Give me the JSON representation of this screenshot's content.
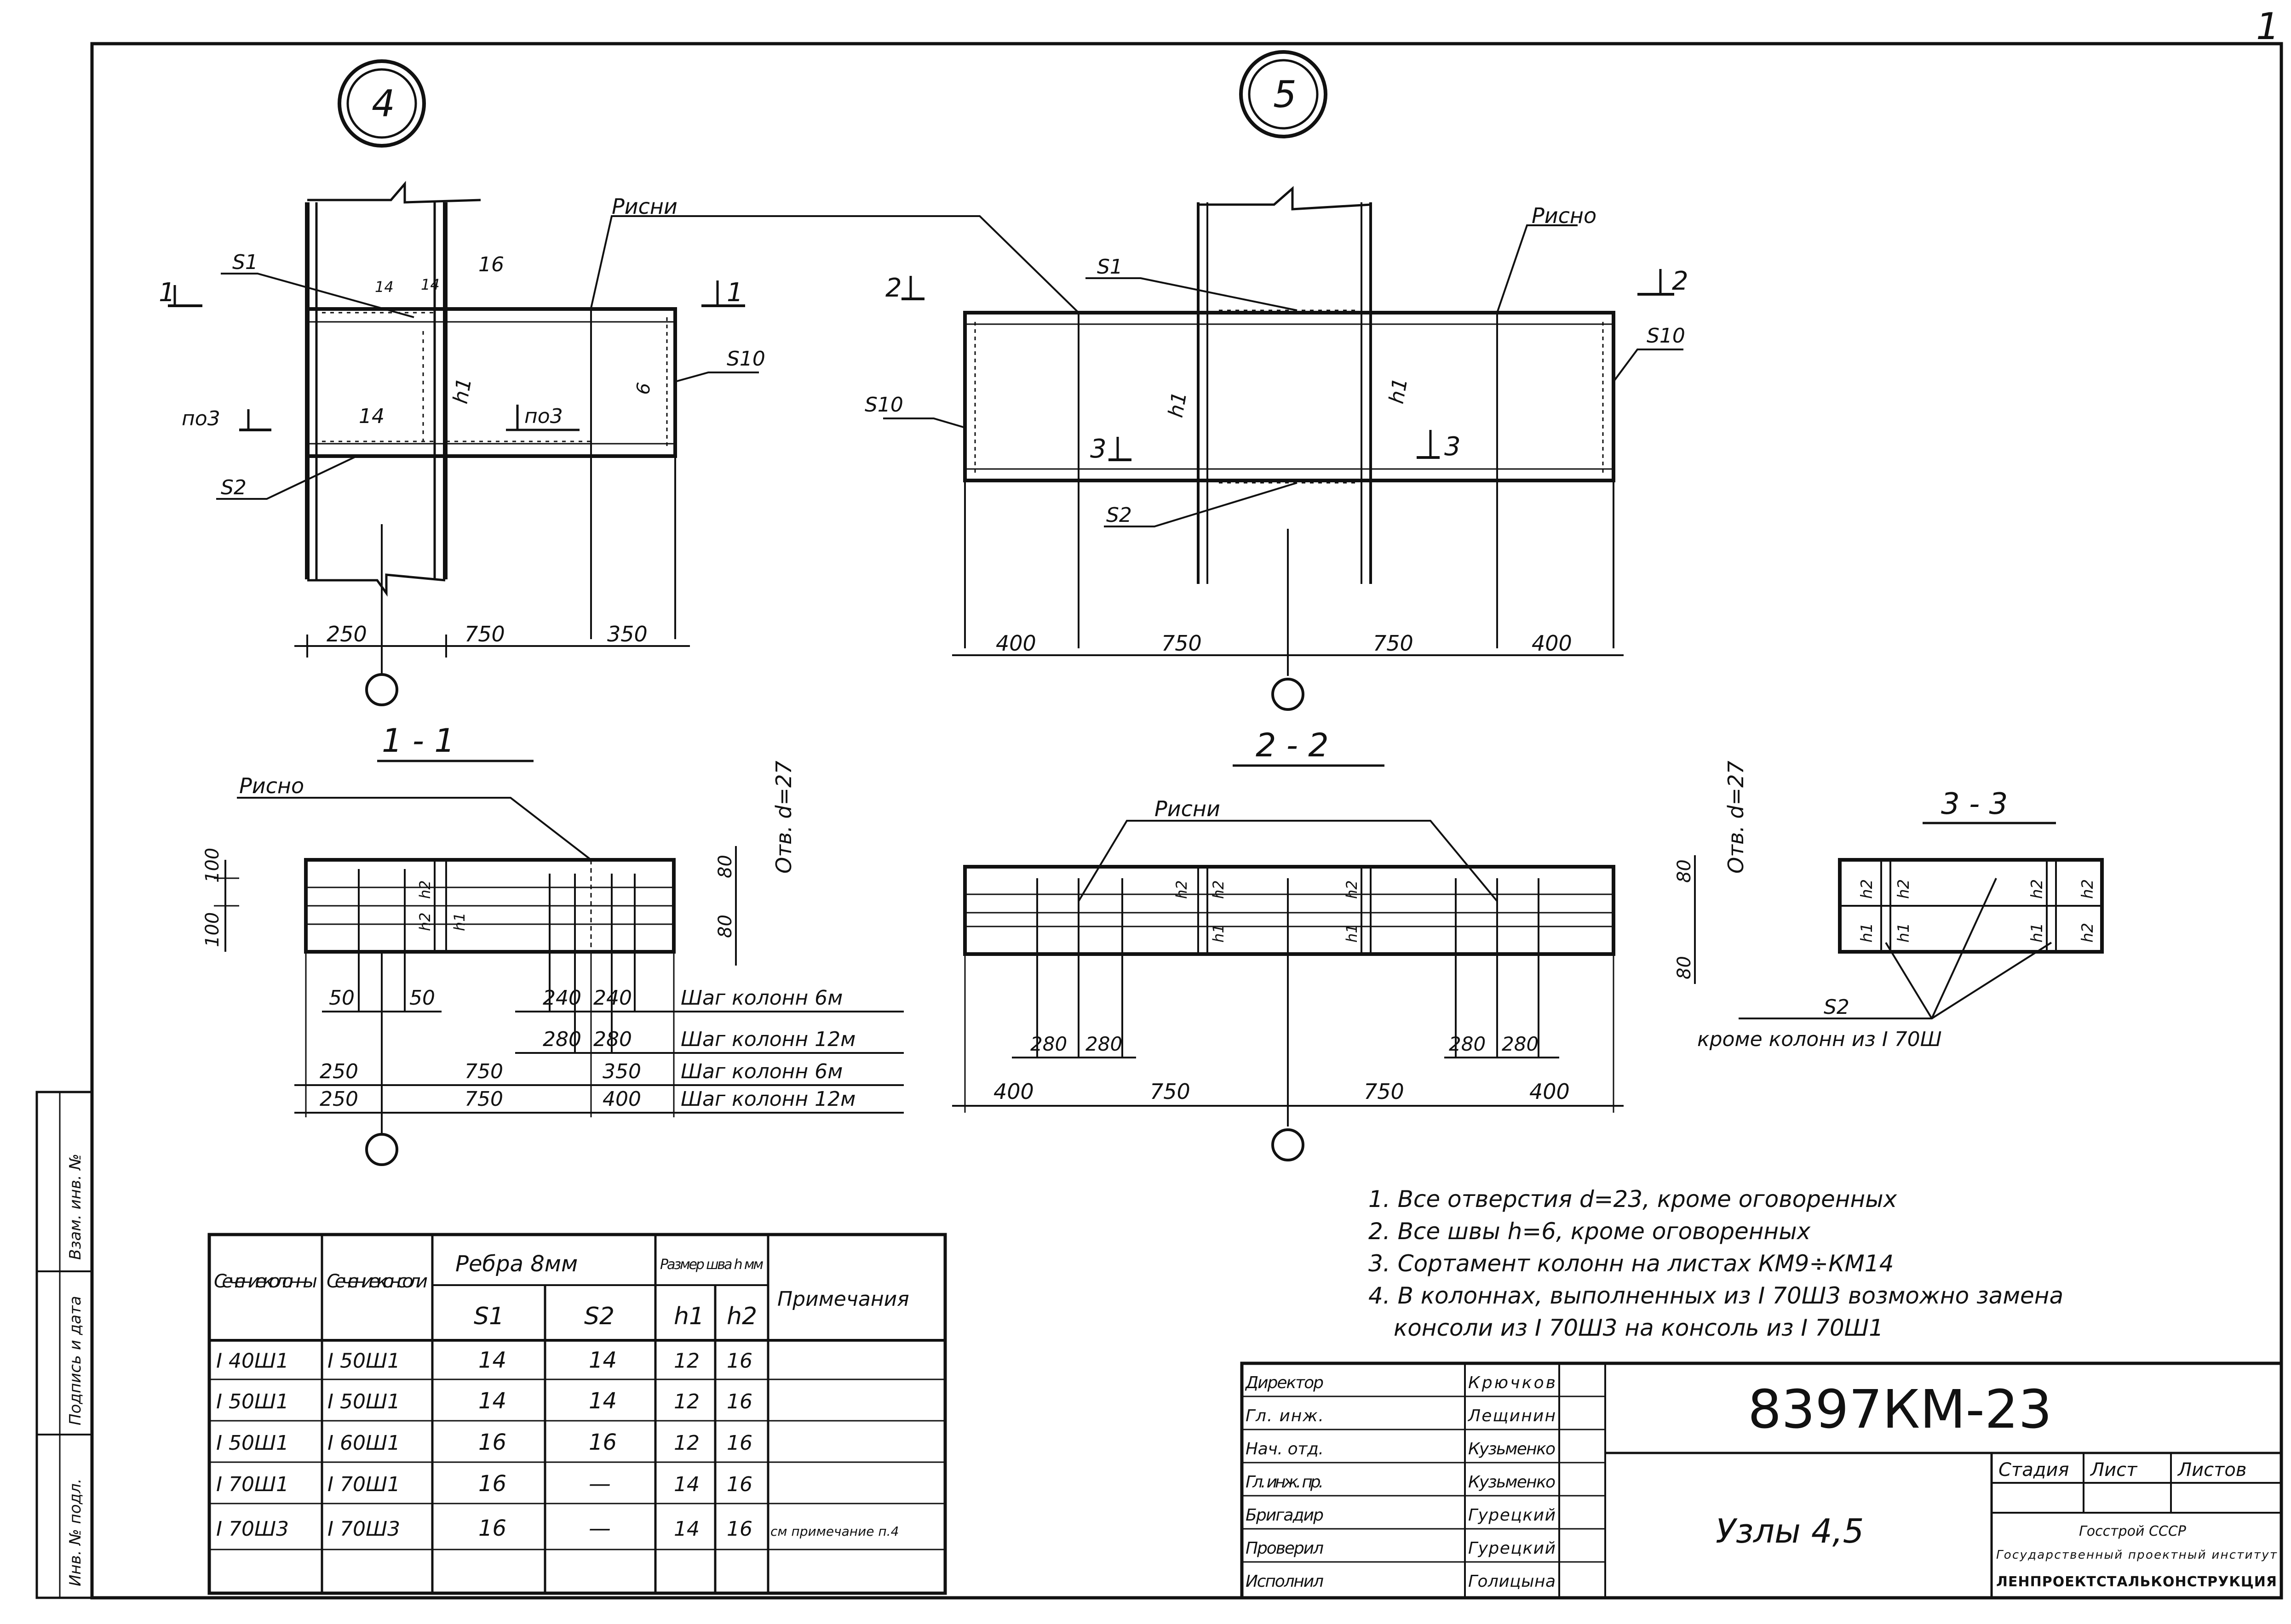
{
  "sheet_number": "1",
  "nodes": {
    "left": "4",
    "right": "5"
  },
  "callouts": {
    "ribs_left": "Рисни",
    "ribs_right": "Рисно",
    "ribs_1_1": "Рисно",
    "ribs_2_2": "Рисни"
  },
  "weld_labels": {
    "s1": "S1",
    "s2": "S2",
    "s10": "S10",
    "t14a": "14",
    "t14b": "14",
    "t16": "16",
    "t14c": "14",
    "t6": "6",
    "h1": "h1",
    "h2": "h2"
  },
  "section_marks": {
    "m1_left": "1",
    "m1_right": "1",
    "m2_left": "2",
    "m2_right": "2",
    "m3_left": "3",
    "m3_right": "3",
    "po3_left": "по3",
    "po3_right": "по3"
  },
  "dims_node4": [
    "250",
    "750",
    "350"
  ],
  "dims_node5": [
    "400",
    "750",
    "750",
    "400"
  ],
  "section_titles": {
    "s11": "1 - 1",
    "s22": "2 - 2",
    "s33": "3 - 3"
  },
  "section_1_1": {
    "vdims": [
      "100",
      "100"
    ],
    "hole_dims": [
      "80",
      "80"
    ],
    "hole_note": "Отв. d=27",
    "row_a": [
      "50",
      "50",
      "240",
      "240"
    ],
    "row_b": [
      "280",
      "280"
    ],
    "row_c": [
      "250",
      "750",
      "350"
    ],
    "row_d": [
      "250",
      "750",
      "400"
    ],
    "step_notes": [
      "Шаг колонн 6м",
      "Шаг колонн 12м",
      "Шаг колонн 6м",
      "Шаг колонн 12м"
    ]
  },
  "section_2_2": {
    "hole_dims": [
      "80",
      "80"
    ],
    "hole_note": "Отв. d=27",
    "hole_spacing": [
      "280",
      "280",
      "280",
      "280"
    ],
    "dims": [
      "400",
      "750",
      "750",
      "400"
    ]
  },
  "section_3_3": {
    "weld": "S2",
    "note": "кроме колонн из I 70Ш"
  },
  "notes": [
    "1. Все отверстия d=23, кроме оговоренных",
    "2. Все швы h=6, кроме оговоренных",
    "3. Сортамент колонн на листах КМ9÷КМ14",
    "4. В колоннах, выполненных из I 70Ш3 возможно замена",
    "консоли из I 70Ш3 на консоль из I 70Ш1"
  ],
  "table": {
    "headers": {
      "col_section": "Сечение колонны",
      "console": "Сечение консоли",
      "ribs": "Ребра 8мм",
      "s1": "S1",
      "s2": "S2",
      "weld": "Размер шва h мм",
      "h1": "h1",
      "h2": "h2",
      "notes": "Примечания"
    },
    "rows": [
      [
        "I 40Ш1",
        "I 50Ш1",
        "14",
        "14",
        "12",
        "16",
        ""
      ],
      [
        "I 50Ш1",
        "I 50Ш1",
        "14",
        "14",
        "12",
        "16",
        ""
      ],
      [
        "I 50Ш1",
        "I 60Ш1",
        "16",
        "16",
        "12",
        "16",
        ""
      ],
      [
        "I 70Ш1",
        "I 70Ш1",
        "16",
        "—",
        "14",
        "16",
        ""
      ],
      [
        "I 70Ш3",
        "I 70Ш3",
        "16",
        "—",
        "14",
        "16",
        "см примечание п.4"
      ]
    ]
  },
  "side_strip": [
    "Взам. инв. №",
    "Подпись и дата",
    "Инв. № подл."
  ],
  "title_block": {
    "roles": [
      "Директор",
      "Гл. инж.",
      "Нач. отд.",
      "Гл. инж. пр.",
      "Бригадир",
      "Проверил",
      "Исполнил"
    ],
    "names": [
      "Крючков",
      "Лещинин",
      "Кузьменко",
      "Кузьменко",
      "Гурецкий",
      "Гурецкий",
      "Голицына"
    ],
    "doc_code": "8397КМ-23",
    "title": "Узлы 4,5",
    "stage_headers": [
      "Стадия",
      "Лист",
      "Листов"
    ],
    "org_lines": [
      "Госстрой СССР",
      "Государственный проектный институт",
      "ЛЕНПРОЕКТСТАЛЬКОНСТРУКЦИЯ"
    ]
  }
}
